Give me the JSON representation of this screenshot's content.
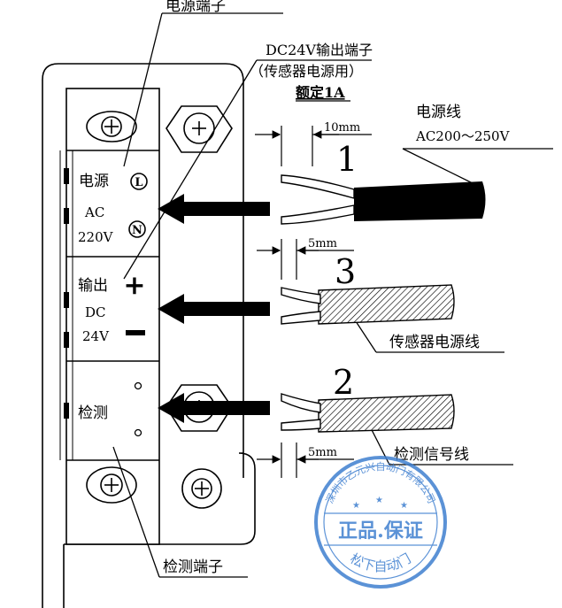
{
  "labels": {
    "power_terminal": "电源端子",
    "dc_output_terminal": "DC24V输出端子",
    "sensor_power_paren": "（传感器电源用）",
    "rated": "额定1A",
    "power_cable": "电源线",
    "power_voltage": "AC200～250V",
    "sensor_power_cable": "传感器电源线",
    "detect_signal_cable": "检测信号线",
    "detect_terminal": "检测端子"
  },
  "terminal_block": {
    "power_label": "电源",
    "power_ac": "AC",
    "power_volt": "220V",
    "symbol_l": "L",
    "symbol_n": "N",
    "output_label": "输出",
    "output_dc": "DC",
    "output_volt": "24V",
    "plus": "+",
    "minus": "−",
    "detect_label": "检测"
  },
  "cables": {
    "one": {
      "number": "1",
      "strip_length": "10mm"
    },
    "three": {
      "number": "3",
      "strip_length": "5mm"
    },
    "two": {
      "number": "2",
      "strip_length": "5mm"
    }
  },
  "stamp": {
    "ring_text": "深圳市乙元兴自动门有限公司",
    "center_text": "正品.保证",
    "bottom_text": "松下自动门",
    "color": "#3f7fd0"
  }
}
